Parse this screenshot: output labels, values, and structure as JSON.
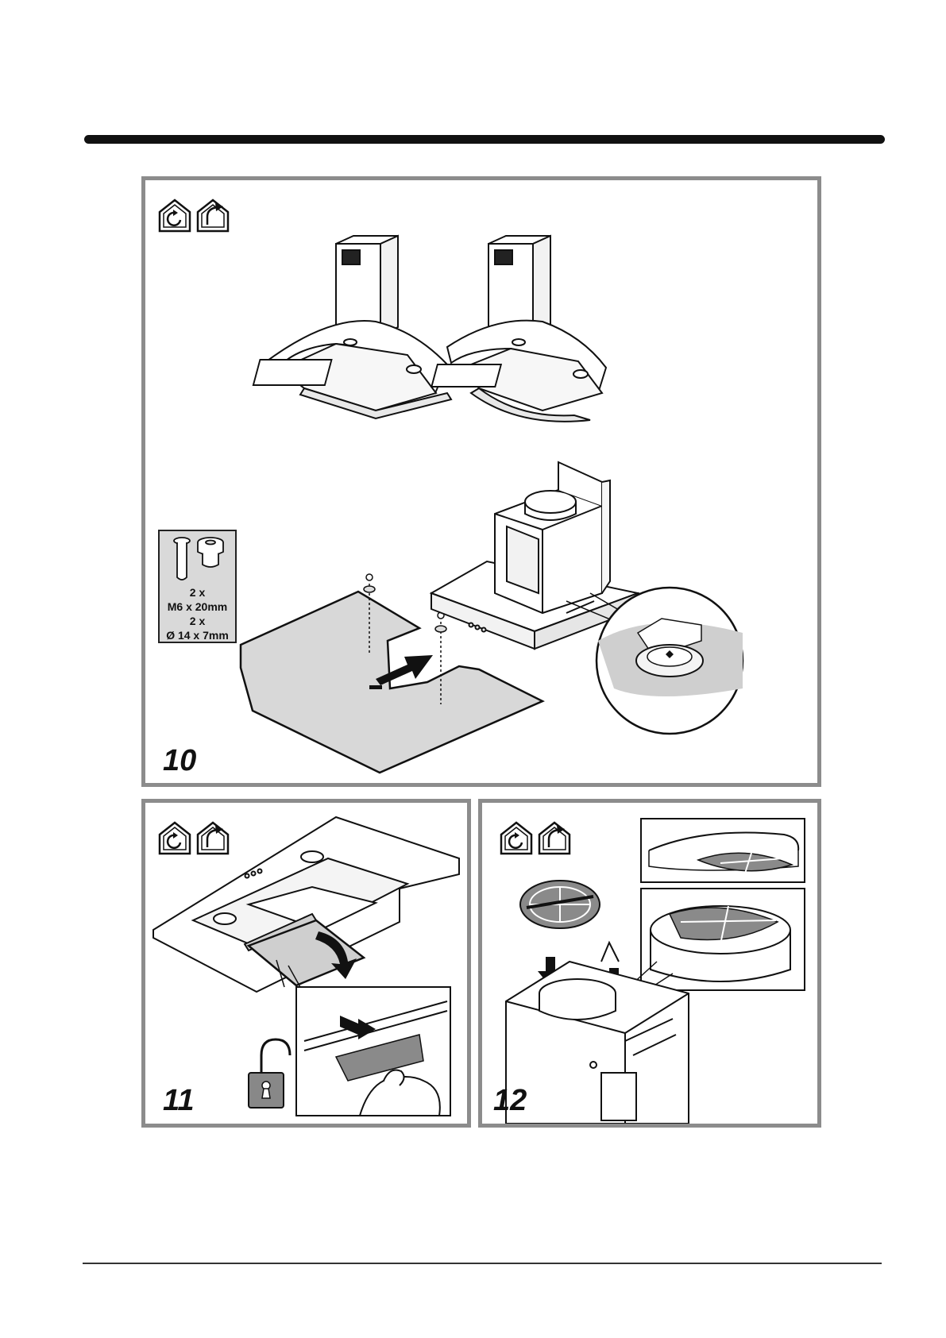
{
  "steps": [
    {
      "number": "10"
    },
    {
      "number": "11"
    },
    {
      "number": "12"
    }
  ],
  "hardware_kit": {
    "screw_qty": "2 x",
    "screw_size": "M6 x 20mm",
    "spacer_qty": "2 x",
    "spacer_size": "Ø 14 x 7mm"
  },
  "icons": [
    "recirculation-mode-icon",
    "extraction-mode-icon",
    "unlock-padlock-icon",
    "arrow-icon"
  ],
  "colors": {
    "panel_border": "#8c8c8c",
    "kit_background": "#d9d9d9",
    "glass_fill": "#d8d8d8",
    "line": "#111111"
  }
}
